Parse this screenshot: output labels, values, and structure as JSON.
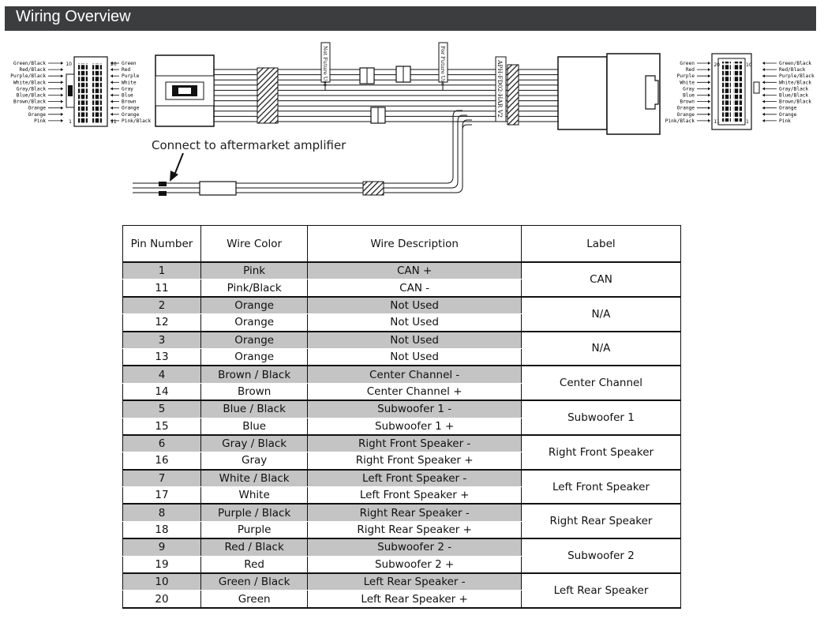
{
  "header": {
    "title": "Wiring Overview"
  },
  "diagram": {
    "callout": "Connect to aftermarket amplifier",
    "left_connector": {
      "pin_left_top": "10",
      "pin_right_top": "20",
      "pin_left_bottom": "1",
      "pin_right_bottom": "11",
      "left_labels": [
        "Green/Black",
        "Red/Black",
        "Purple/Black",
        "White/Black",
        "Gray/Black",
        "Blue/Black",
        "Brown/Black",
        "Orange",
        "Orange",
        "Pink"
      ],
      "right_labels": [
        "Green",
        "Red",
        "Purple",
        "White",
        "Gray",
        "Blue",
        "Brown",
        "Orange",
        "Orange",
        "Pink/Black"
      ]
    },
    "right_connector": {
      "pin_left_top": "20",
      "pin_right_top": "10",
      "pin_left_bottom": "11",
      "pin_right_bottom": "1",
      "left_labels": [
        "Green",
        "Red",
        "Purple",
        "White",
        "Gray",
        "Blue",
        "Brown",
        "Orange",
        "Orange",
        "Pink/Black"
      ],
      "right_labels": [
        "Green/Black",
        "Red/Black",
        "Purple/Black",
        "White/Black",
        "Gray/Black",
        "Blue/Black",
        "Brown/Black",
        "Orange",
        "Orange",
        "Pink"
      ]
    },
    "tag1": "Not Future Use",
    "tag2": "For Future Use",
    "tag3": "APH-FD02-HAR V2"
  },
  "table": {
    "headers": [
      "Pin Number",
      "Wire Color",
      "Wire Description",
      "Label"
    ],
    "groups": [
      {
        "label": "CAN",
        "rows": [
          [
            "1",
            "Pink",
            "CAN +"
          ],
          [
            "11",
            "Pink/Black",
            "CAN -"
          ]
        ]
      },
      {
        "label": "N/A",
        "rows": [
          [
            "2",
            "Orange",
            "Not Used"
          ],
          [
            "12",
            "Orange",
            "Not Used"
          ]
        ]
      },
      {
        "label": "N/A",
        "rows": [
          [
            "3",
            "Orange",
            "Not Used"
          ],
          [
            "13",
            "Orange",
            "Not Used"
          ]
        ]
      },
      {
        "label": "Center Channel",
        "rows": [
          [
            "4",
            "Brown / Black",
            "Center Channel -"
          ],
          [
            "14",
            "Brown",
            "Center Channel +"
          ]
        ]
      },
      {
        "label": "Subwoofer 1",
        "rows": [
          [
            "5",
            "Blue / Black",
            "Subwoofer 1 -"
          ],
          [
            "15",
            "Blue",
            "Subwoofer 1 +"
          ]
        ]
      },
      {
        "label": "Right Front Speaker",
        "rows": [
          [
            "6",
            "Gray / Black",
            "Right Front Speaker -"
          ],
          [
            "16",
            "Gray",
            "Right Front Speaker +"
          ]
        ]
      },
      {
        "label": "Left Front Speaker",
        "rows": [
          [
            "7",
            "White / Black",
            "Left Front Speaker -"
          ],
          [
            "17",
            "White",
            "Left Front Speaker +"
          ]
        ]
      },
      {
        "label": "Right Rear Speaker",
        "rows": [
          [
            "8",
            "Purple / Black",
            "Right Rear Speaker -"
          ],
          [
            "18",
            "Purple",
            "Right Rear Speaker +"
          ]
        ]
      },
      {
        "label": "Subwoofer 2",
        "rows": [
          [
            "9",
            "Red / Black",
            "Subwoofer 2 -"
          ],
          [
            "19",
            "Red",
            "Subwoofer 2 +"
          ]
        ]
      },
      {
        "label": "Left Rear Speaker",
        "rows": [
          [
            "10",
            "Green / Black",
            "Left Rear Speaker -"
          ],
          [
            "20",
            "Green",
            "Left Rear Speaker +"
          ]
        ]
      }
    ]
  }
}
